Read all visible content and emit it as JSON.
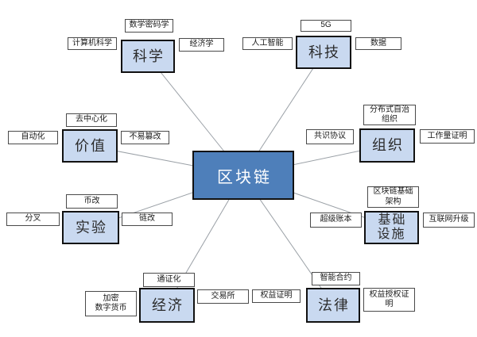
{
  "center": {
    "label": "区块链"
  },
  "branches": [
    {
      "label": "科学",
      "leaves": [
        "数学密码学",
        "计算机科学",
        "经济学"
      ]
    },
    {
      "label": "科技",
      "leaves": [
        "5G",
        "人工智能",
        "数据"
      ]
    },
    {
      "label": "价值",
      "leaves": [
        "去中心化",
        "自动化",
        "不易篡改"
      ]
    },
    {
      "label": "组织",
      "leaves": [
        "分布式自治\n组织",
        "共识协议",
        "工作量证明"
      ]
    },
    {
      "label": "实验",
      "leaves": [
        "币改",
        "分叉",
        "链改"
      ]
    },
    {
      "label": "基础\n设施",
      "leaves": [
        "区块链基础\n架构",
        "超级账本",
        "互联网升级"
      ]
    },
    {
      "label": "经济",
      "leaves": [
        "通证化",
        "加密\n数字货币",
        "交易所"
      ]
    },
    {
      "label": "法律",
      "leaves": [
        "智能合约",
        "权益证明",
        "权益授权证\n明"
      ]
    }
  ],
  "colors": {
    "center_fill": "#4e7fba",
    "center_text": "#ffffff",
    "branch_fill": "#c9d9f0",
    "node_border": "#111111",
    "leaf_fill": "#ffffff",
    "leaf_border": "#4a4a4a",
    "connector": "#9aa0a6"
  }
}
